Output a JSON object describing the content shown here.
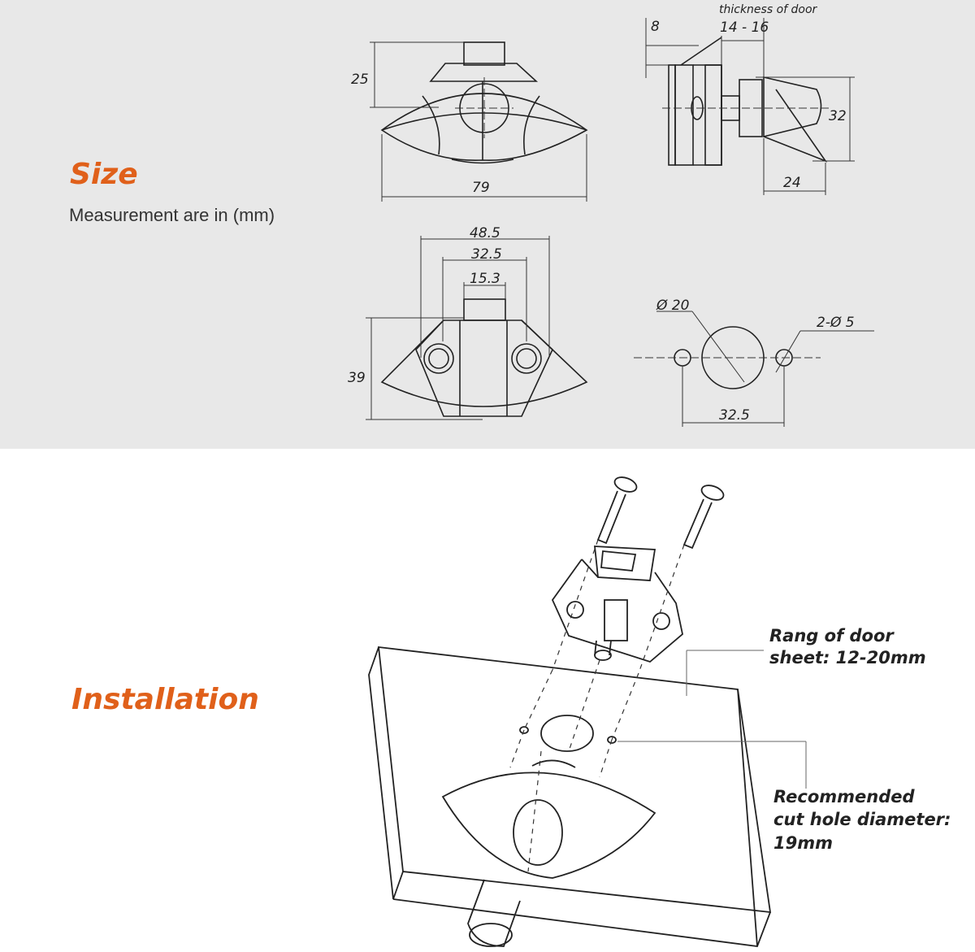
{
  "size_section": {
    "heading": "Size",
    "subtitle": "Measurement are in (mm)",
    "dims": {
      "front_height": "25",
      "front_width": "79",
      "side_lip": "8",
      "door_thickness_label": "thickness of door",
      "door_thickness": "14 - 16",
      "side_height": "32",
      "side_depth": "24",
      "back_outer": "48.5",
      "back_mid": "32.5",
      "back_inner": "15.3",
      "back_height": "39",
      "hole_large": "Ø 20",
      "hole_small": "2-Ø 5",
      "hole_spacing": "32.5"
    }
  },
  "install_section": {
    "heading": "Installation",
    "note_door_line1": "Rang of door",
    "note_door_line2": "sheet: 12-20mm",
    "note_hole_line1": "Recommended",
    "note_hole_line2": "cut hole diameter:",
    "note_hole_line3": "19mm"
  },
  "colors": {
    "accent": "#e0601a",
    "panel_bg": "#e8e8e8",
    "line": "#222222"
  }
}
